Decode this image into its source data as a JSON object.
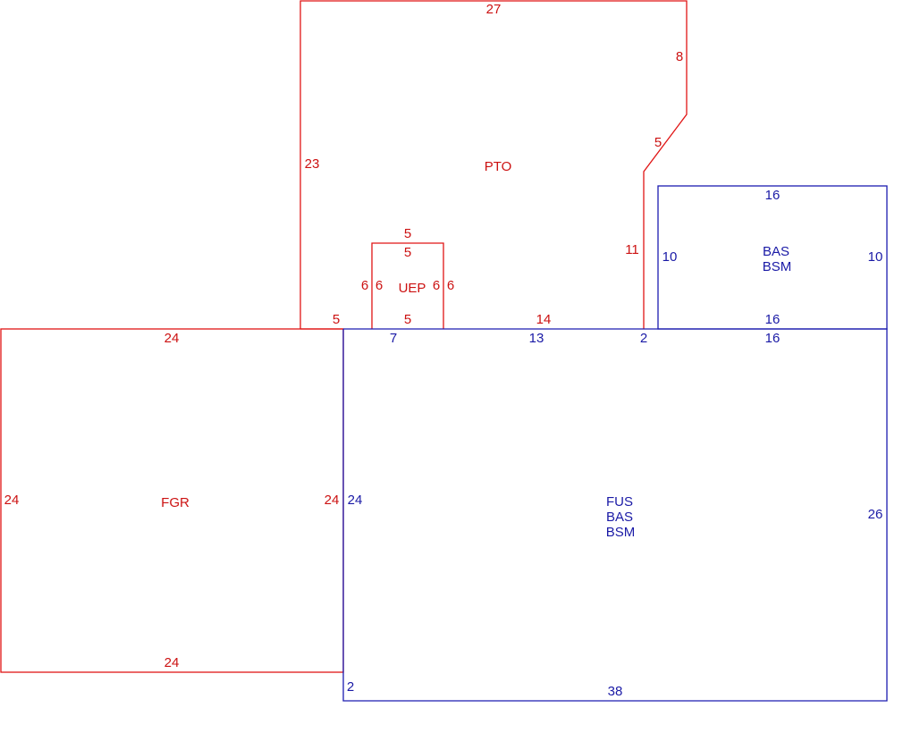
{
  "colors": {
    "red": "#cc1111",
    "blue": "#1a1aa6"
  },
  "areas": {
    "pto": {
      "name": "PTO",
      "dims": {
        "top": "27",
        "right_upper": "8",
        "diagonal": "5",
        "right_lower": "11",
        "left": "23",
        "bottom_left": "5",
        "bottom_right": "14"
      }
    },
    "uep": {
      "name": "UEP",
      "dims": {
        "top_outer": "5",
        "top_inner": "5",
        "left_outer": "6",
        "left_inner": "6",
        "right_inner": "6",
        "right_outer": "6",
        "bottom": "5"
      }
    },
    "bas": {
      "line1": "BAS",
      "line2": "BSM",
      "dims": {
        "top": "16",
        "left": "10",
        "right": "10",
        "bottom": "16"
      }
    },
    "fgr": {
      "name": "FGR",
      "dims": {
        "top": "24",
        "left": "24",
        "right": "24",
        "bottom": "24"
      }
    },
    "fus": {
      "line1": "FUS",
      "line2": "BAS",
      "line3": "BSM",
      "dims": {
        "top_a": "7",
        "top_b": "13",
        "top_c": "2",
        "top_d": "16",
        "left": "24",
        "right": "26",
        "left_step": "2",
        "bottom": "38"
      }
    }
  }
}
